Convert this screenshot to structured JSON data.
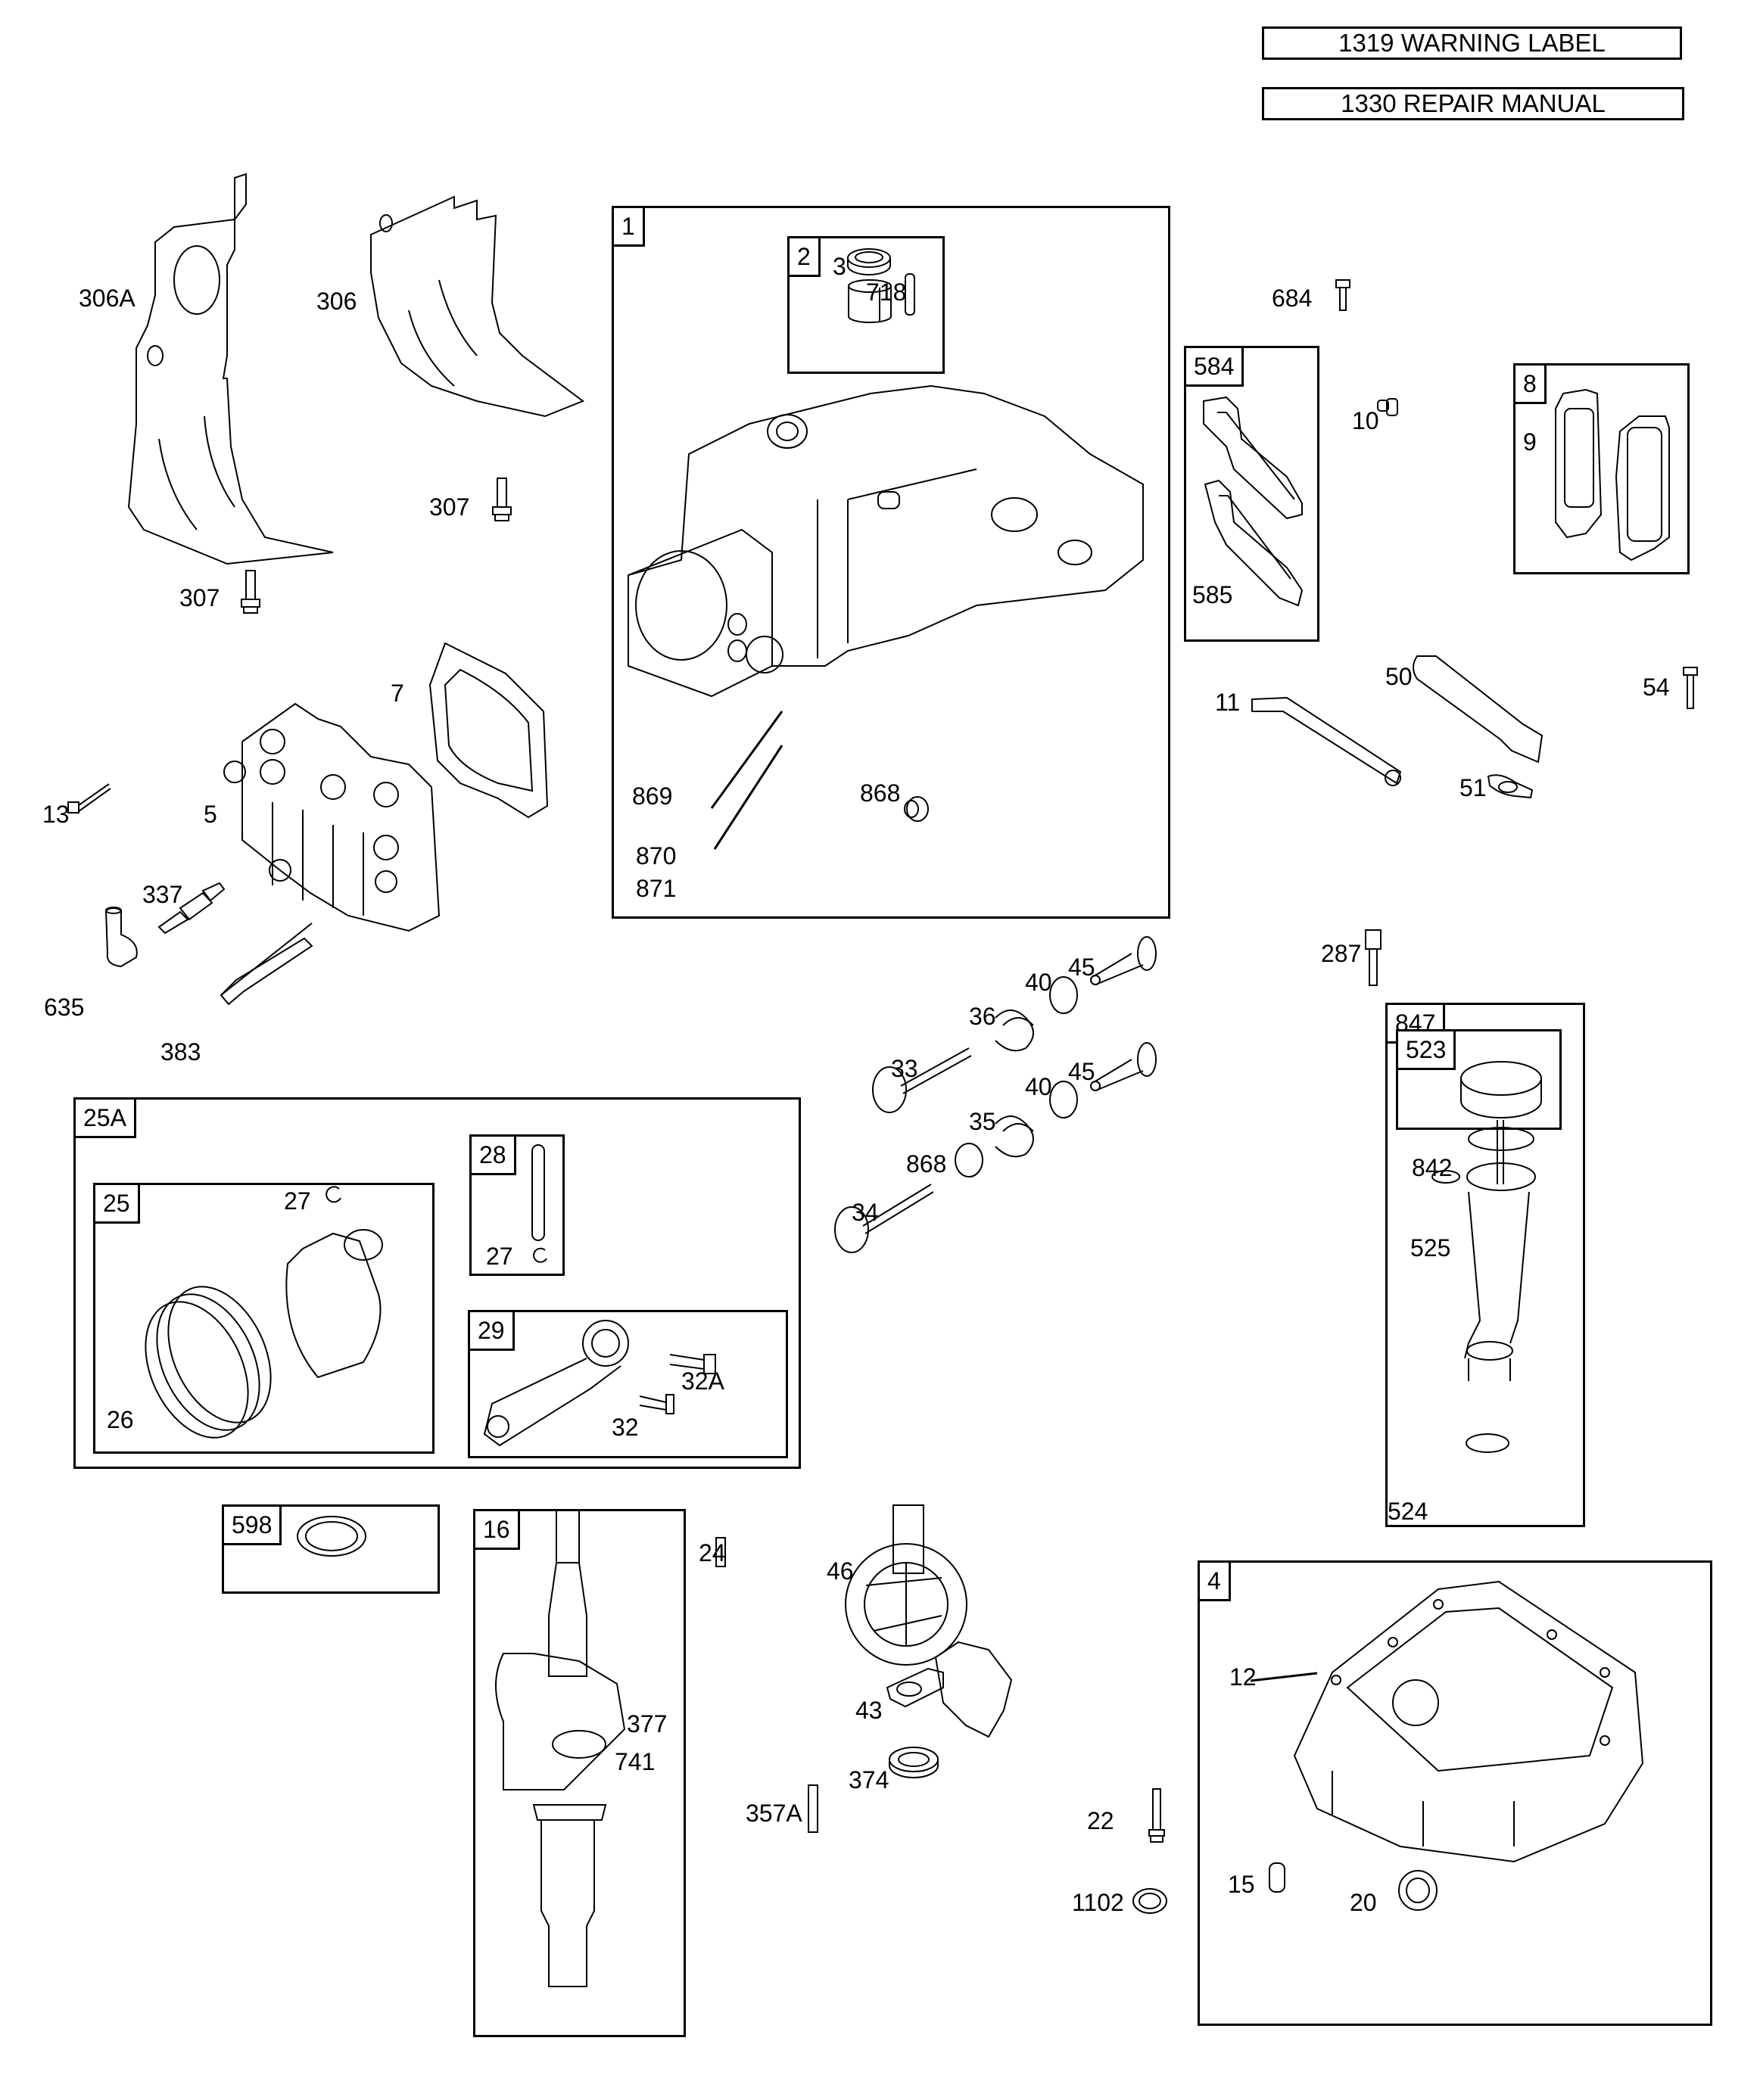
{
  "header": {
    "warning_label": "1319 WARNING LABEL",
    "repair_manual": "1330 REPAIR MANUAL"
  },
  "boxes": {
    "b1": "1",
    "b2": "2",
    "b584": "584",
    "b8": "8",
    "b25a": "25A",
    "b25": "25",
    "b28": "28",
    "b29": "29",
    "b598": "598",
    "b16": "16",
    "b847": "847",
    "b523": "523",
    "b4": "4"
  },
  "labels": {
    "p306a": "306A",
    "p306": "306",
    "p307a": "307",
    "p307b": "307",
    "p3": "3",
    "p718": "718",
    "p869": "869",
    "p870": "870",
    "p871": "871",
    "p868a": "868",
    "p684": "684",
    "p585": "585",
    "p10": "10",
    "p9": "9",
    "p7": "7",
    "p13": "13",
    "p5": "5",
    "p337": "337",
    "p635": "635",
    "p383": "383",
    "p11": "11",
    "p50": "50",
    "p54": "54",
    "p51": "51",
    "p287": "287",
    "p45a": "45",
    "p40a": "40",
    "p36": "36",
    "p33": "33",
    "p45b": "45",
    "p40b": "40",
    "p35": "35",
    "p868b": "868",
    "p34": "34",
    "p27a": "27",
    "p26": "26",
    "p27b": "27",
    "p32a": "32A",
    "p32": "32",
    "p842": "842",
    "p525": "525",
    "p524": "524",
    "p24": "24",
    "p377": "377",
    "p741": "741",
    "p357a": "357A",
    "p46": "46",
    "p43": "43",
    "p374": "374",
    "p12": "12",
    "p22": "22",
    "p1102": "1102",
    "p15": "15",
    "p20": "20"
  }
}
